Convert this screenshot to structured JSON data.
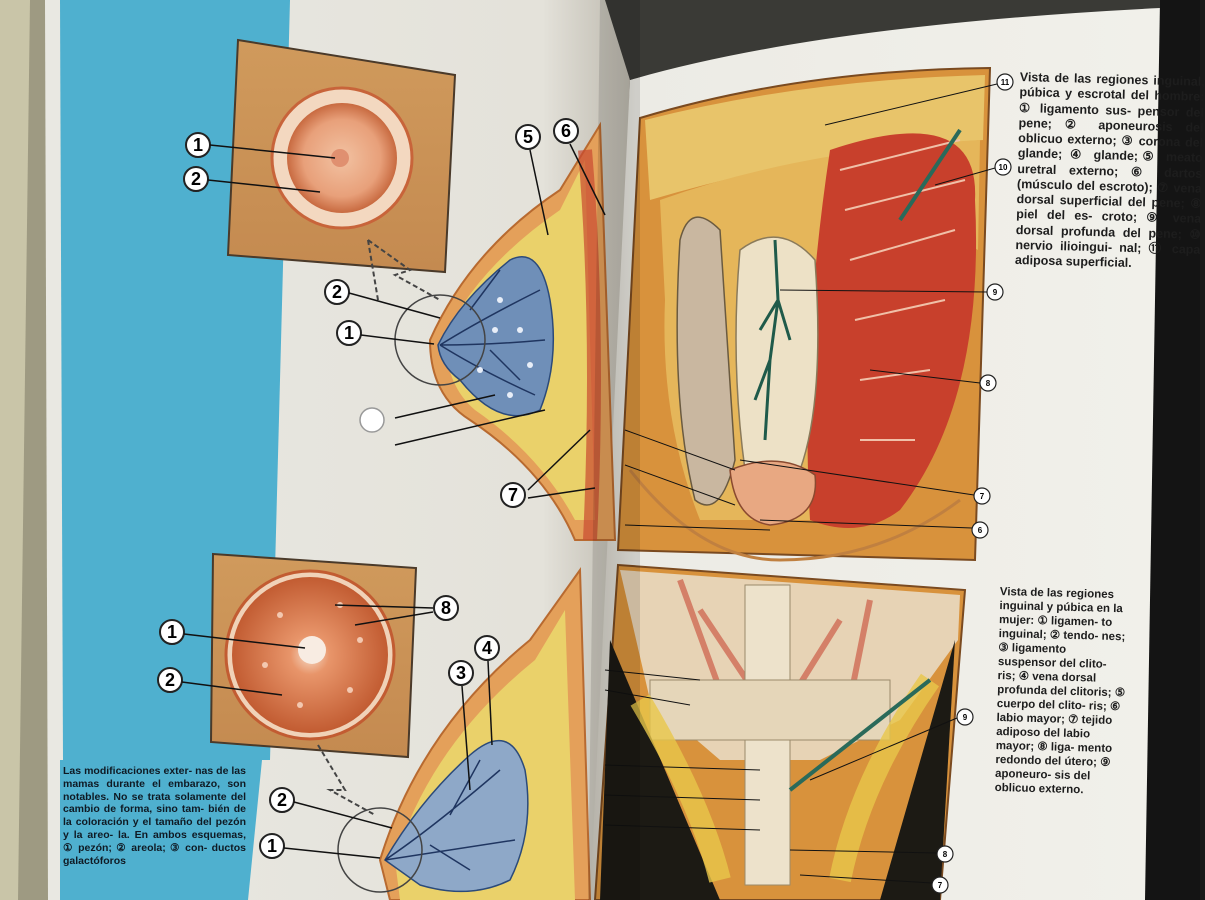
{
  "left_page": {
    "labels_top": [
      "1",
      "2",
      "2",
      "1",
      "5",
      "6",
      "7"
    ],
    "labels_bottom": [
      "1",
      "2",
      "8",
      "3",
      "4",
      "2",
      "1"
    ],
    "caption": "Las modificaciones exter- nas de las mamas durante el embarazo, son notables. No se trata solamente del cambio de forma, sino tam- bién de la coloración y el tamaño del pezón y la areo- la. En ambos esquemas, ① pezón; ② areola; ③ con- ductos galactóforos"
  },
  "right_page": {
    "male_caption": "Vista de las regiones inguinal, púbica y escrotal del hombre: ① ligamento sus- pensor del pene; ② aponeurosis del oblicuo externo; ③ corona del glande; ④ glande;⑤ meato uretral externo; ⑥ dartos (músculo del escroto); ⑦ vena dorsal superficial del pene; ⑧ piel del es- croto; ⑨ vena dorsal profunda del pene; ⑩ nervio ilioingui- nal; ⑪ capa adiposa superficial.",
    "male_labels": [
      "11",
      "10",
      "9",
      "8",
      "7",
      "6"
    ],
    "female_caption": "Vista de las regiones inguinal y púbica en la mujer: ① ligamen- to inguinal; ② tendo- nes; ③ ligamento suspensor del clito- ris; ④ vena dorsal profunda del clitoris; ⑤ cuerpo del clito- ris; ⑥ labio mayor; ⑦ tejido adiposo del labio mayor; ⑧ liga- mento redondo del útero; ⑨ aponeuro- sis del oblicuo externo.",
    "female_labels": [
      "9",
      "8",
      "7"
    ]
  },
  "colors": {
    "blue_band": "#4fb0cf",
    "page": "#efeee9",
    "skin_box": "#c49260",
    "areola": "#d27a4e",
    "fat": "#e8c341",
    "gland": "#6f8fb8",
    "muscle": "#c8402c"
  }
}
